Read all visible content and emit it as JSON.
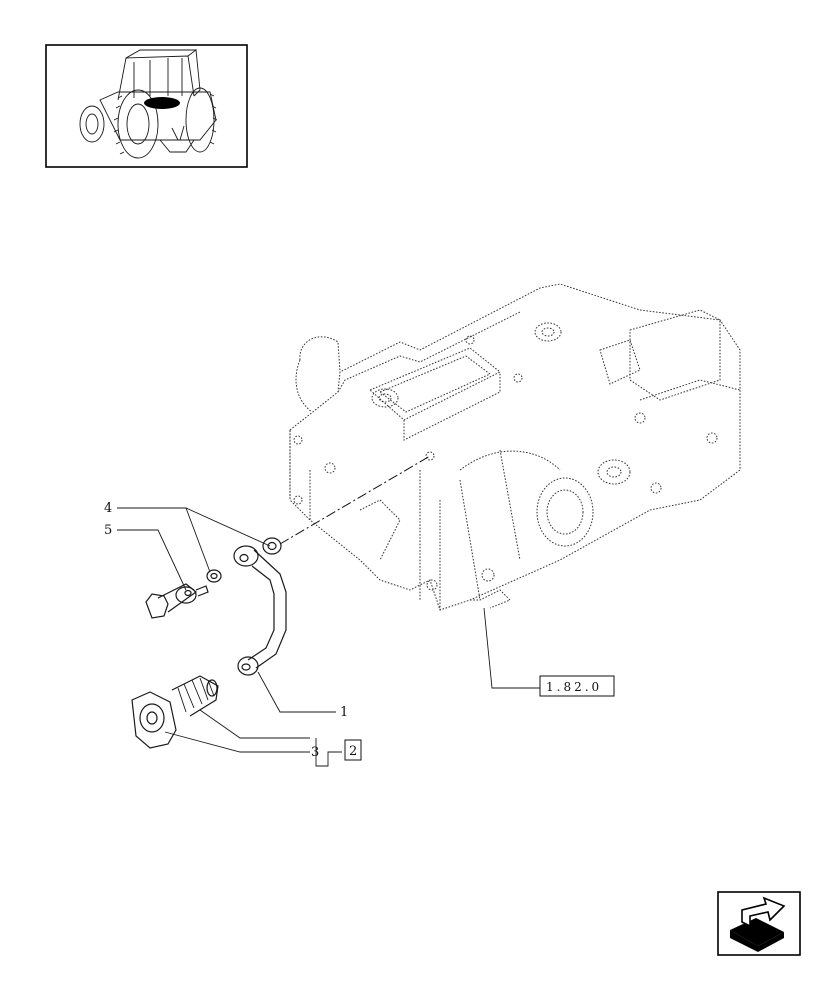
{
  "callouts": {
    "c1": "1",
    "c2": "2",
    "c3": "3",
    "c4": "4",
    "c5": "5"
  },
  "reference": "1.82.0",
  "icons": {
    "thumbnail": "tractor-thumbnail-icon",
    "nav": "next-page-arrow-icon"
  }
}
